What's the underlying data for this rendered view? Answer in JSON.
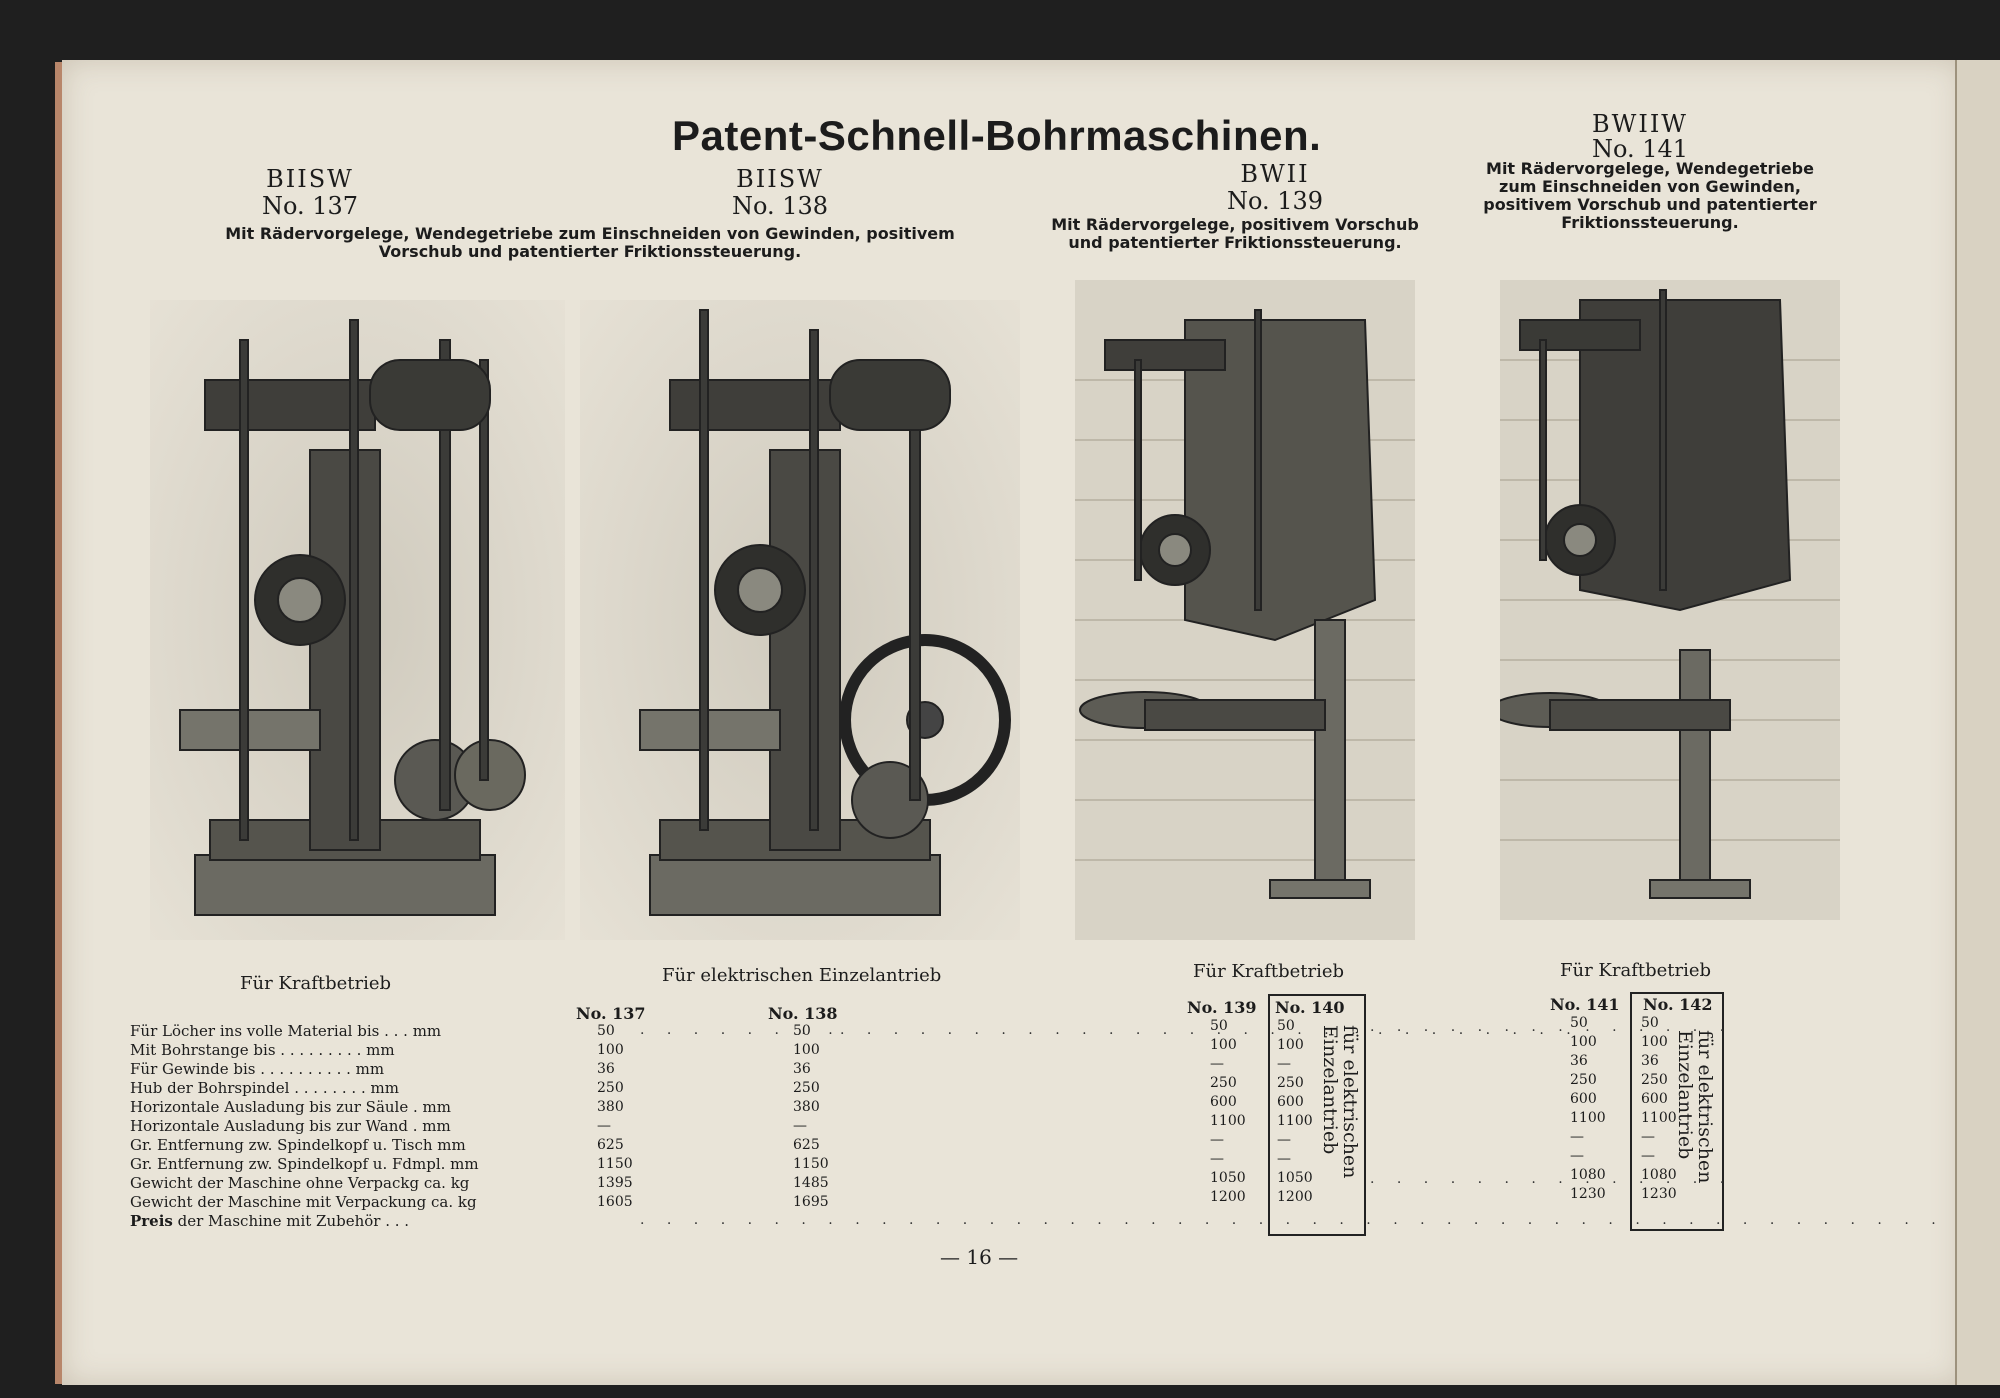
{
  "title": "Patent-Schnell-Bohrmaschinen.",
  "machines": [
    {
      "code": "BIISW",
      "no": "No. 137"
    },
    {
      "code": "BIISW",
      "no": "No. 138"
    },
    {
      "code": "BWII",
      "no": "No. 139"
    },
    {
      "code": "BWIIW",
      "no": "No. 141"
    }
  ],
  "descriptions": {
    "d137_138": [
      "Mit Rädervorgelege, Wendegetriebe zum Einschneiden von Gewinden, positivem",
      "Vorschub und patentierter Friktionssteuerung."
    ],
    "d139": [
      "Mit Rädervorgelege, positivem Vorschub",
      "und patentierter Friktionssteuerung."
    ],
    "d141": [
      "Mit Rädervorgelege, Wendegetriebe",
      "zum Einschneiden von Gewinden,",
      "positivem Vorschub und patentierter",
      "Friktionssteuerung."
    ]
  },
  "captions": {
    "c137": "Für Kraftbetrieb",
    "c138": "Für elektrischen Einzelantrieb",
    "c139": "Für Kraftbetrieb",
    "c141": "Für Kraftbetrieb"
  },
  "table": {
    "labels": [
      "Für Löcher ins volle Material bis . . . mm",
      "Mit Bohrstange bis . . . . . . . . . mm",
      "Für Gewinde bis . . . . . . . . . . mm",
      "Hub der Bohrspindel . . . . . . . . mm",
      "Horizontale Ausladung bis zur Säule . mm",
      "Horizontale Ausladung bis zur Wand . mm",
      "Gr. Entfernung zw. Spindelkopf u. Tisch mm",
      "Gr. Entfernung zw. Spindelkopf u. Fdmpl. mm",
      "Gewicht der Maschine ohne Verpackg ca. kg",
      "Gewicht der Maschine mit Verpackung ca. kg",
      "Preis der Maschine mit Zubehör . . ."
    ],
    "preis_bold": "Preis",
    "columns": [
      {
        "header": "No. 137",
        "values": [
          "50",
          "100",
          "36",
          "250",
          "380",
          "—",
          "625",
          "1150",
          "1395",
          "1605"
        ]
      },
      {
        "header": "No. 138",
        "values": [
          "50",
          "100",
          "36",
          "250",
          "380",
          "—",
          "625",
          "1150",
          "1485",
          "1695"
        ]
      },
      {
        "header": "No. 139",
        "values": [
          "50",
          "100",
          "—",
          "250",
          "600",
          "1100",
          "—",
          "—",
          "1050",
          "1200"
        ]
      },
      {
        "header": "No. 140",
        "values": [
          "50",
          "100",
          "—",
          "250",
          "600",
          "1100",
          "—",
          "—",
          "1050",
          "1200"
        ]
      },
      {
        "header": "No. 141",
        "values": [
          "50",
          "100",
          "36",
          "250",
          "600",
          "1100",
          "—",
          "—",
          "1080",
          "1230"
        ]
      },
      {
        "header": "No. 142",
        "values": [
          "50",
          "100",
          "36",
          "250",
          "600",
          "1100",
          "—",
          "—",
          "1080",
          "1230"
        ]
      }
    ],
    "electric_note": [
      "für elektrischen",
      "Einzelantrieb"
    ]
  },
  "page_number": "— 16 —"
}
